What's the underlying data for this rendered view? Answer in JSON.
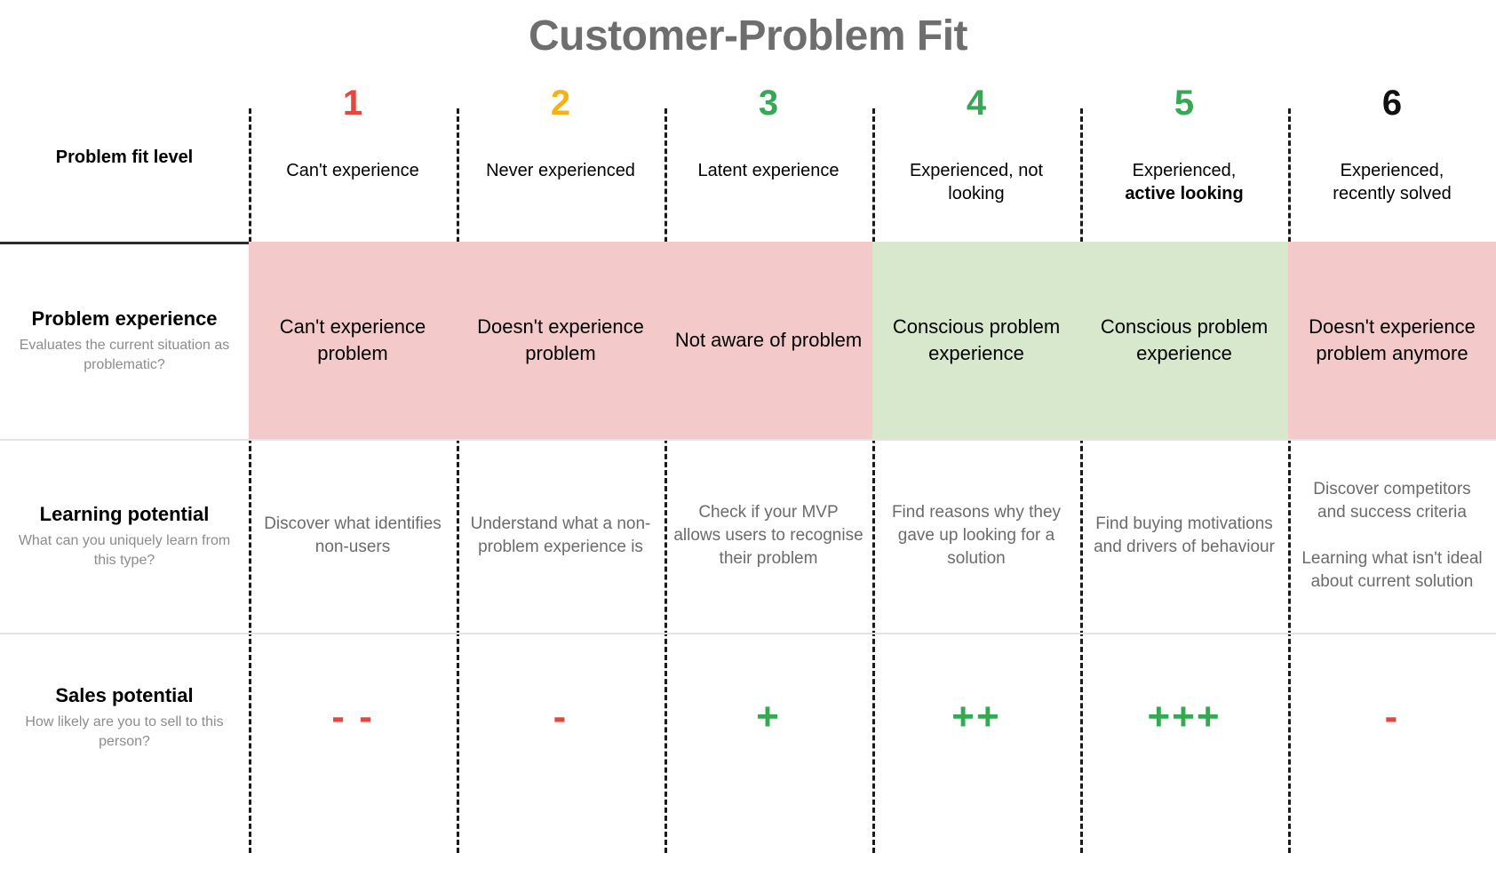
{
  "title": "Customer-Problem Fit",
  "colors": {
    "title": "#6e6e6e",
    "level_1": "#e8453c",
    "level_2": "#f5b212",
    "level_3": "#35a853",
    "level_4": "#35a853",
    "level_5": "#35a853",
    "level_6": "#111111",
    "negative": "#e8453c",
    "positive": "#35a853",
    "cell_red": "#f3c9ca",
    "cell_green": "#d8e8cd"
  },
  "header": {
    "row_label": "Problem fit level",
    "levels": [
      {
        "number": "1",
        "color_key": "level_1",
        "desc_line1": "Can't experience",
        "desc_line2": "",
        "emphasis": ""
      },
      {
        "number": "2",
        "color_key": "level_2",
        "desc_line1": "Never experienced",
        "desc_line2": "",
        "emphasis": ""
      },
      {
        "number": "3",
        "color_key": "level_3",
        "desc_line1": "Latent experience",
        "desc_line2": "",
        "emphasis": ""
      },
      {
        "number": "4",
        "color_key": "level_4",
        "desc_line1": "Experienced, not",
        "desc_line2": "looking",
        "emphasis": ""
      },
      {
        "number": "5",
        "color_key": "level_5",
        "desc_line1": "Experienced,",
        "desc_line2": "",
        "emphasis": "active looking"
      },
      {
        "number": "6",
        "color_key": "level_6",
        "desc_line1": "Experienced,",
        "desc_line2": "recently solved",
        "emphasis": ""
      }
    ]
  },
  "rows": [
    {
      "id": "problem-experience",
      "title": "Problem experience",
      "subtitle": "Evaluates the current situation as problematic?",
      "cells": [
        {
          "text": "Can't experience problem",
          "tone": "red"
        },
        {
          "text": "Doesn't experience problem",
          "tone": "red"
        },
        {
          "text": "Not aware of problem",
          "tone": "red"
        },
        {
          "text": "Conscious problem experience",
          "tone": "green"
        },
        {
          "text": "Conscious problem experience",
          "tone": "green"
        },
        {
          "text": "Doesn't experience problem anymore",
          "tone": "red"
        }
      ]
    },
    {
      "id": "learning-potential",
      "title": "Learning potential",
      "subtitle": "What can you uniquely learn from this type?",
      "cells": [
        {
          "paragraphs": [
            "Discover what identifies non-users"
          ]
        },
        {
          "paragraphs": [
            "Understand what a non-problem experience is"
          ]
        },
        {
          "paragraphs": [
            "Check if your MVP allows users to recognise their problem"
          ]
        },
        {
          "paragraphs": [
            "Find reasons why they gave up looking for a solution"
          ]
        },
        {
          "paragraphs": [
            "Find buying motivations and drivers of behaviour"
          ]
        },
        {
          "paragraphs": [
            "Discover competitors and success criteria",
            "Learning what isn't ideal about current solution"
          ]
        }
      ]
    },
    {
      "id": "sales-potential",
      "title": "Sales potential",
      "subtitle": "How likely are you to sell to this person?",
      "cells": [
        {
          "symbol": "- -",
          "tone": "negative"
        },
        {
          "symbol": "-",
          "tone": "negative"
        },
        {
          "symbol": "+",
          "tone": "positive"
        },
        {
          "symbol": "++",
          "tone": "positive"
        },
        {
          "symbol": "+++",
          "tone": "positive"
        },
        {
          "symbol": "-",
          "tone": "negative"
        }
      ]
    }
  ]
}
